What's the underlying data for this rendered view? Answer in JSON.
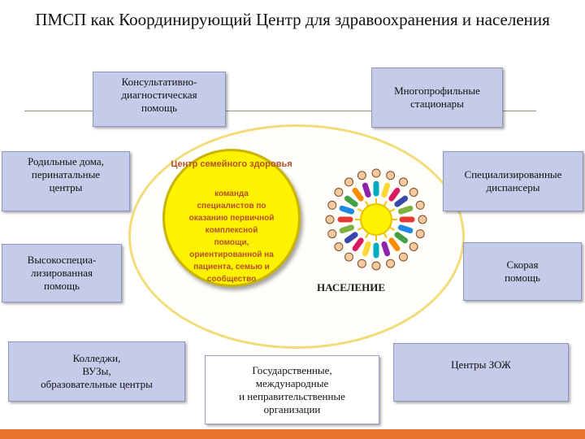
{
  "title": "ПМСП как Координирующий  Центр  для здравоохранения и населения",
  "center": {
    "title": "Центр семейного здоровья",
    "body": "команда\nспециалистов по\nоказанию первичной\nкомплексной\nпомощи,\nориентированной на\nпациента, семью и\nсообщество"
  },
  "population_label": "НАСЕЛЕНИЕ",
  "boxes": {
    "consult": "Консультативно-\nдиагностическая\nпомощь",
    "multi": "Многопрофильные\nстационары",
    "maternity": "Родильные дома,\nперинатальные\nцентры",
    "dispensary": "Специализированные\nдиспансеры",
    "hightech": "Высокоспециа-\nлизированная\nпомощь",
    "emergency": "Скорая\nпомощь",
    "colleges": "Колледжи,\nВУЗы,\nобразовательные центры",
    "gov": "Государственные,\nмеждународные\nи  неправительственные\nорганизации",
    "healthy": "Центры ЗОЖ"
  },
  "colors": {
    "box_fill": "#c5cbe8",
    "circle_fill": "#fff200",
    "center_text": "#b2502a",
    "sun_fill": "#fff200",
    "accent_bar": "#e8732d"
  }
}
